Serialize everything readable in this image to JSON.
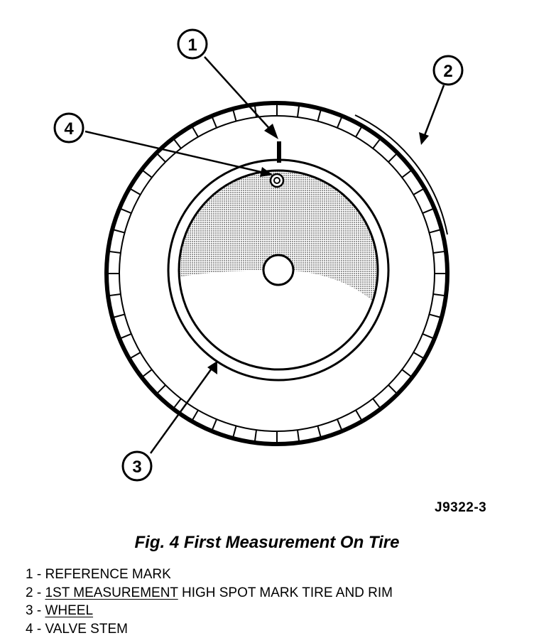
{
  "figure": {
    "id_label": "J9322-3",
    "caption": "Fig. 4 First Measurement On Tire"
  },
  "callouts": [
    {
      "number": "1"
    },
    {
      "number": "2"
    },
    {
      "number": "3"
    },
    {
      "number": "4"
    }
  ],
  "legend": [
    {
      "number": "1",
      "sep": " - ",
      "underlined": "",
      "text": "REFERENCE MARK"
    },
    {
      "number": "2",
      "sep": " - ",
      "underlined": "1ST MEASUREMENT",
      "text": " HIGH SPOT MARK TIRE AND RIM"
    },
    {
      "number": "3",
      "sep": " - ",
      "underlined": "WHEEL",
      "text": ""
    },
    {
      "number": "4",
      "sep": " - ",
      "underlined": "",
      "text": "VALVE STEM"
    }
  ],
  "colors": {
    "line": "#000000",
    "background": "#ffffff",
    "wheel_shade": "#c8c8c8"
  }
}
